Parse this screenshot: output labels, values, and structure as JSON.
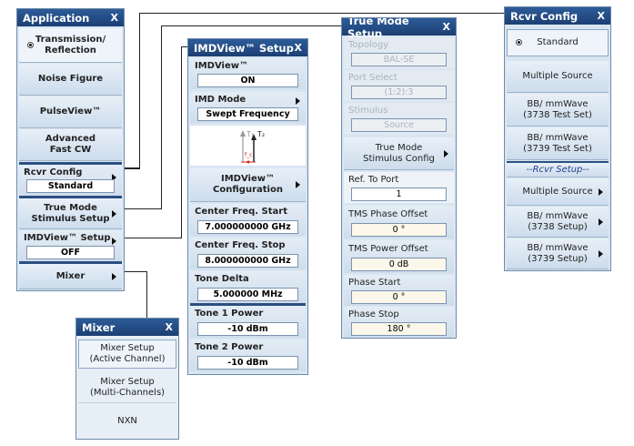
{
  "application": {
    "title": "Application",
    "close": "X",
    "items": [
      {
        "label": "Transmission/\nReflection"
      },
      {
        "label": "Noise Figure"
      },
      {
        "label": "PulseView™"
      },
      {
        "label": "Advanced\nFast CW"
      }
    ],
    "rcvr_config": {
      "label": "Rcvr Config",
      "value": "Standard"
    },
    "true_mode": {
      "label": "True Mode\nStimulus Setup"
    },
    "imdview_setup": {
      "label": "IMDView™ Setup",
      "value": "OFF"
    },
    "mixer": {
      "label": "Mixer"
    }
  },
  "imdview": {
    "title": "IMDView™ Setup",
    "close": "X",
    "toggle": {
      "label": "IMDView™",
      "value": "ON"
    },
    "mode": {
      "label": "IMD Mode",
      "value": "Swept Frequency"
    },
    "diagram": {
      "t1": "T₁",
      "t2": "T₂",
      "fc": "f_c"
    },
    "config": {
      "label": "IMDView™\nConfiguration"
    },
    "center_start": {
      "label": "Center Freq. Start",
      "value": "7.000000000 GHz"
    },
    "center_stop": {
      "label": "Center Freq. Stop",
      "value": "8.000000000 GHz"
    },
    "tone_delta": {
      "label": "Tone Delta",
      "value": "5.000000 MHz"
    },
    "tone1": {
      "label": "Tone 1 Power",
      "value": "-10  dBm"
    },
    "tone2": {
      "label": "Tone 2 Power",
      "value": "-10  dBm"
    }
  },
  "true_mode_setup": {
    "title": "True Mode Setup",
    "close": "X",
    "topology": {
      "label": "Topology",
      "value": "BAL-SE"
    },
    "port_select": {
      "label": "Port Select",
      "value": "(1:2):3"
    },
    "stimulus": {
      "label": "Stimulus",
      "value": "Source"
    },
    "stim_config": {
      "label": "True Mode\nStimulus Config"
    },
    "ref_port": {
      "label": "Ref. To Port",
      "value": "1"
    },
    "tms_phase": {
      "label": "TMS Phase Offset",
      "value": "0 °"
    },
    "tms_power": {
      "label": "TMS Power Offset",
      "value": "0  dB"
    },
    "phase_start": {
      "label": "Phase Start",
      "value": "0 °"
    },
    "phase_stop": {
      "label": "Phase Stop",
      "value": "180 °"
    }
  },
  "rcvr_config": {
    "title": "Rcvr Config",
    "close": "X",
    "standard": "Standard",
    "multiple_source": "Multiple Source",
    "bb_3738_test": "BB/ mmWave\n(3738 Test Set)",
    "bb_3739_test": "BB/ mmWave\n(3739 Test Set)",
    "setup_divider": "--Rcvr Setup--",
    "ms_setup": "Multiple Source",
    "bb_3738_setup": "BB/ mmWave\n(3738 Setup)",
    "bb_3739_setup": "BB/ mmWave\n(3739 Setup)"
  },
  "mixer": {
    "title": "Mixer",
    "close": "X",
    "active": "Mixer Setup\n(Active Channel)",
    "multi": "Mixer Setup\n(Multi-Channels)",
    "nxn": "NXN"
  }
}
